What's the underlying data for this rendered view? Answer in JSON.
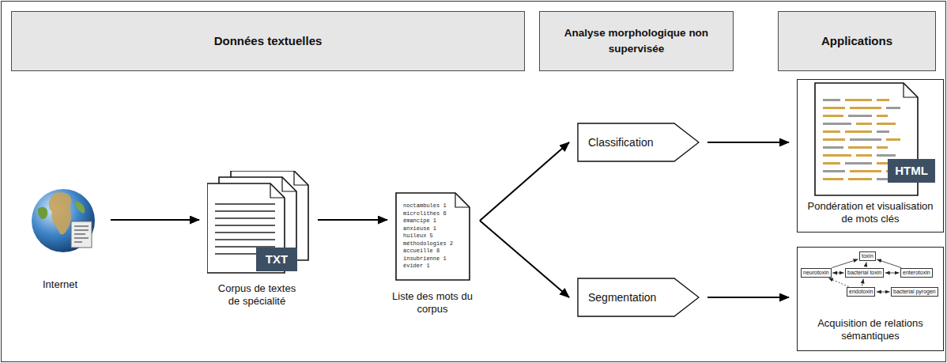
{
  "diagram": {
    "nodes": [
      {
        "text": [
          "Données textuelles"
        ]
      },
      {
        "text": [
          "Analyse morphologique non supervisée"
        ]
      },
      {
        "text": [
          "Applications"
        ]
      },
      {
        "text": [
          "Internet"
        ]
      },
      {
        "text": [
          "TXT",
          "Corpus de textes de spécialité"
        ]
      },
      {
        "text": [
          "noctambules 1",
          "microlithes 6",
          "émancipe 1",
          "anxieuse 1",
          "huileux 5",
          "méthodologies 2",
          "accueille 8",
          "insubrienne 1",
          "évider 1",
          "Liste des mots du corpus"
        ]
      },
      {
        "text": [
          "Classification"
        ]
      },
      {
        "text": [
          "Segmentation"
        ]
      },
      {
        "text": [
          "HTML",
          "Pondération et visualisation de mots clés"
        ]
      },
      {
        "text": [
          "Acquisition de relations sémantiques"
        ]
      },
      {
        "text": [
          "toxin"
        ],
        "in": 9
      },
      {
        "text": [
          "neurotoxin"
        ],
        "in": 9
      },
      {
        "text": [
          "bacterial toxin"
        ],
        "in": 9
      },
      {
        "text": [
          "enterotoxin"
        ],
        "in": 9
      },
      {
        "text": [
          "endotoxin"
        ],
        "in": 9
      },
      {
        "text": [
          "bacterial pyrogen"
        ],
        "in": 9
      }
    ],
    "edges": [
      {
        "from": 3,
        "to": 4,
        "arrow": "to"
      },
      {
        "from": 4,
        "to": 5,
        "arrow": "to"
      },
      {
        "from": 5,
        "to": 6,
        "arrow": "to"
      },
      {
        "from": 5,
        "to": 7,
        "arrow": "to"
      },
      {
        "from": 6,
        "to": 8,
        "arrow": "to"
      },
      {
        "from": 7,
        "to": 9,
        "arrow": "to"
      },
      {
        "from": 11,
        "to": 10,
        "arrow": "to"
      },
      {
        "from": 12,
        "to": 10,
        "arrow": "to"
      },
      {
        "from": 13,
        "to": 10,
        "arrow": "to"
      },
      {
        "from": 11,
        "to": 12,
        "arrow": "both"
      },
      {
        "from": 12,
        "to": 13,
        "arrow": "both"
      },
      {
        "from": 14,
        "to": 12,
        "arrow": "to"
      },
      {
        "from": 14,
        "to": 11,
        "arrow": "to"
      },
      {
        "from": 15,
        "to": 14,
        "arrow": "both"
      }
    ]
  }
}
